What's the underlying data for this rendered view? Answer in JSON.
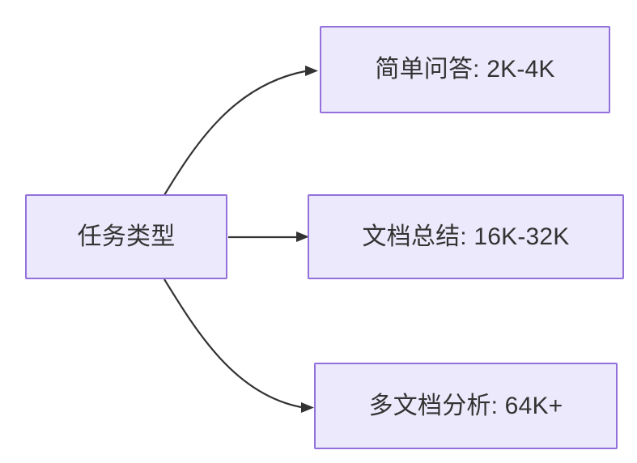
{
  "diagram": {
    "title": "",
    "type": "flowchart",
    "direction": "left-to-right",
    "background_color": "#ffffff",
    "node_fill_color": "#ebe9fb",
    "node_border_color": "#9370db",
    "node_text_color": "#333333",
    "edge_color": "#333333",
    "nodes": [
      {
        "id": "root",
        "label": "任务类型"
      },
      {
        "id": "qa",
        "label": "简单问答: 2K-4K"
      },
      {
        "id": "summ",
        "label": "文档总结: 16K-32K"
      },
      {
        "id": "multi",
        "label": "多文档分析: 64K+"
      }
    ],
    "edges": [
      {
        "id": "edge-root-qa",
        "from": "root",
        "to": "qa",
        "label": "",
        "style": "curved",
        "arrow": "solid-triangle"
      },
      {
        "id": "edge-root-summ",
        "from": "root",
        "to": "summ",
        "label": "",
        "style": "straight",
        "arrow": "solid-triangle"
      },
      {
        "id": "edge-root-multi",
        "from": "root",
        "to": "multi",
        "label": "",
        "style": "curved",
        "arrow": "solid-triangle"
      }
    ]
  }
}
